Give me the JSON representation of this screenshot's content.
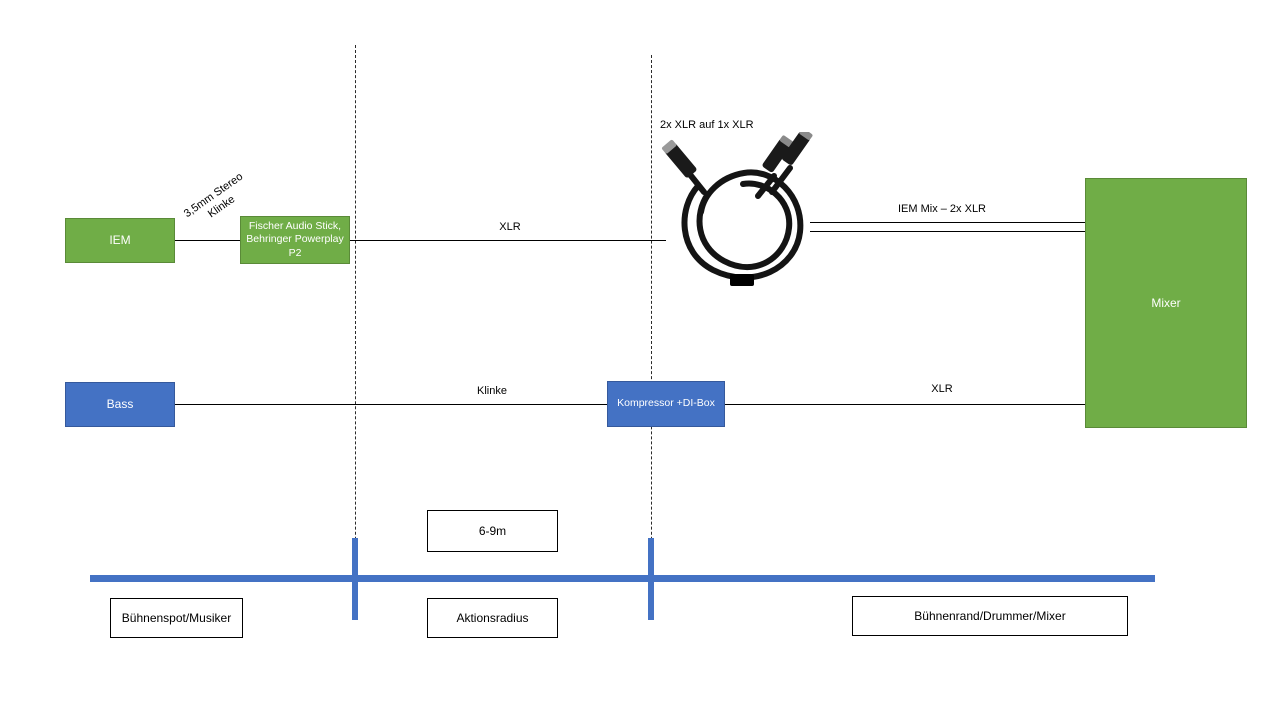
{
  "colors": {
    "node_green": "#70AD47",
    "node_blue": "#4472C4",
    "stage_line_blue": "#4472C4",
    "connector_line": "#000000"
  },
  "nodes": {
    "iem": "IEM",
    "fischer": "Fischer Audio Stick, Behringer Powerplay P2",
    "mixer": "Mixer",
    "bass": "Bass",
    "kompressor": "Kompressor +DI-Box"
  },
  "edges": {
    "stereo_klinke_line1": "3,5mm Stereo",
    "stereo_klinke_line2": "Klinke",
    "xlr_top": "XLR",
    "iem_mix": "IEM Mix – 2x XLR",
    "klinke": "Klinke",
    "xlr_bottom": "XLR"
  },
  "annotations": {
    "cable_label": "2x XLR auf 1x XLR",
    "distance": "6-9m"
  },
  "zones": {
    "left": "Bühnenspot/Musiker",
    "middle": "Aktionsradius",
    "right": "Bühnenrand/Drummer/Mixer"
  }
}
